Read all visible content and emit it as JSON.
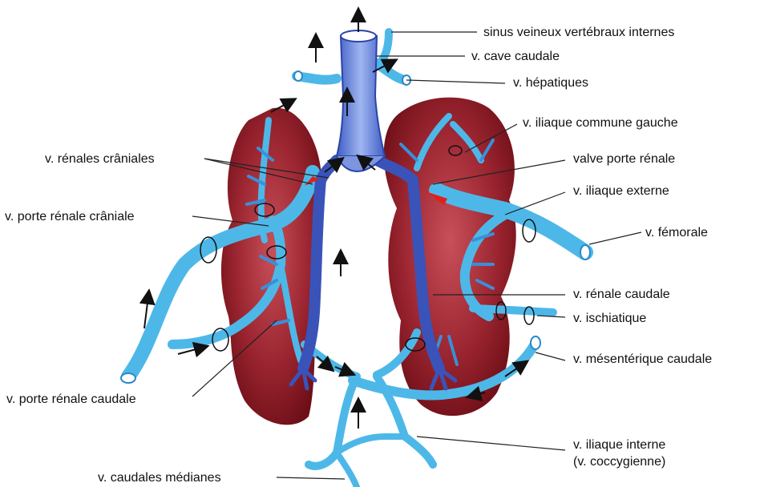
{
  "colors": {
    "kidney": "#8e1a24",
    "kidney_light": "#c8505a",
    "vein_light": "#4db8e8",
    "vein_dark": "#3a53b8",
    "valve": "#e0201a",
    "leader": "#222222",
    "arrow": "#111111"
  },
  "labels": {
    "sinus": "sinus veineux vertébraux internes",
    "cave": "v. cave caudale",
    "hepatiques": "v. hépatiques",
    "iliaque_commune": "v. iliaque commune gauche",
    "renales_craniales": "v. rénales crâniales",
    "valve_porte": "valve porte rénale",
    "iliaque_externe": "v. iliaque externe",
    "porte_craniale": "v. porte rénale crâniale",
    "femorale": "v. fémorale",
    "renale_caudale": "v. rénale caudale",
    "ischiatique": "v. ischiatique",
    "mesenterique": "v. mésentérique caudale",
    "porte_caudale": "v. porte rénale caudale",
    "iliaque_interne": "v. iliaque interne",
    "coccygienne": "(v. coccygienne)",
    "caudales_medianes": "v. caudales médianes"
  }
}
